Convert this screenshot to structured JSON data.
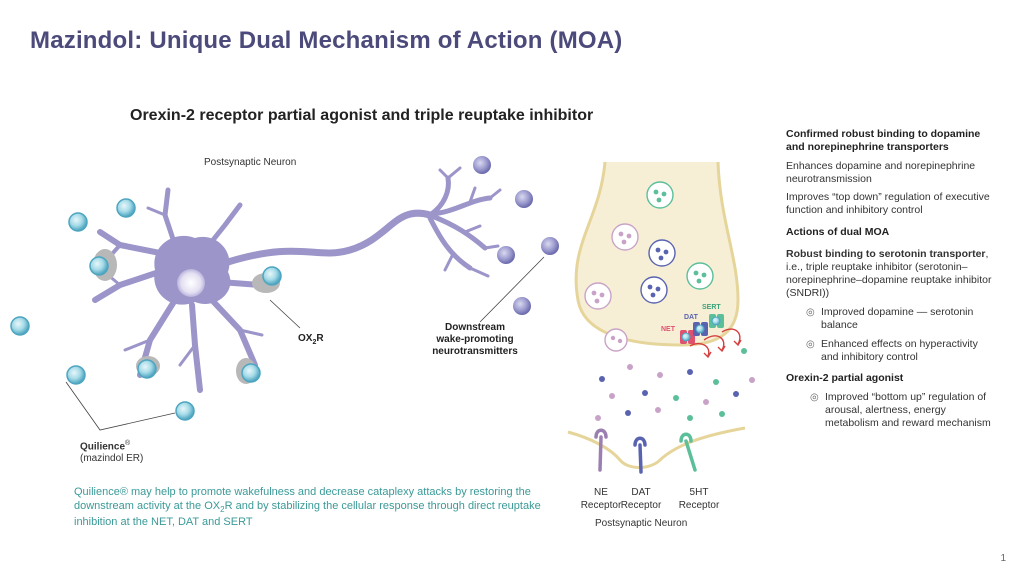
{
  "header": {
    "title": "Mazindol: Unique Dual Mechanism of Action (MOA)",
    "subtitle": "Orexin-2 receptor partial agonist and triple reuptake inhibitor"
  },
  "diagram": {
    "postsynaptic_neuron_top": "Postsynaptic Neuron",
    "ox2r_label": "OX",
    "ox2r_sub": "2",
    "ox2r_tail": "R",
    "downstream_line1": "Downstream",
    "downstream_line2": "wake-promoting",
    "downstream_line3": "neurotransmitters",
    "drug_name": "Quilience",
    "drug_reg": "®",
    "drug_generic": "(mazindol ER)",
    "transporters": {
      "net": "NET",
      "dat": "DAT",
      "sert": "SERT"
    },
    "receptors": [
      {
        "line1": "NE",
        "line2": "Receptor"
      },
      {
        "line1": "DAT",
        "line2": "Receptor"
      },
      {
        "line1": "5HT",
        "line2": "Receptor"
      }
    ],
    "postsynaptic_neuron_bottom": "Postsynaptic Neuron",
    "colors": {
      "neuron": "#9b95c9",
      "drug": "#8fcfe0",
      "terminal": "#f6efd6",
      "net": "#e0516f",
      "dat": "#5a63b0",
      "sert": "#5bbf9a",
      "accent_text": "#3a9a98",
      "title": "#4b4a7a"
    }
  },
  "bottom_text": {
    "pre": "Quilience® may help to promote wakefulness and decrease cataplexy attacks by restoring the downstream activity at the OX",
    "sub": "2",
    "post": "R and by stabilizing the cellular response through direct reuptake inhibition at the NET, DAT and SERT"
  },
  "right_panel": {
    "h1": "Confirmed robust binding to dopamine and norepinephrine transporters",
    "p1": "Enhances dopamine and norepinephrine neurotransmission",
    "p2": "Improves “top down” regulation of executive function and inhibitory control",
    "h2": "Actions of dual MOA",
    "robust_bold": "Robust binding to serotonin transporter",
    "robust_rest": ", i.e., triple reuptake inhibitor (serotonin–norepinephrine–dopamine reuptake inhibitor (SNDRI))",
    "bullet_glyph": "◎",
    "b1": "Improved dopamine — serotonin balance",
    "b2": "Enhanced effects on hyperactivity and inhibitory control",
    "h3": "Orexin-2 partial agonist",
    "b3": "Improved “bottom up” regulation of arousal, alertness, energy metabolism and reward mechanism"
  },
  "page_number": "1"
}
